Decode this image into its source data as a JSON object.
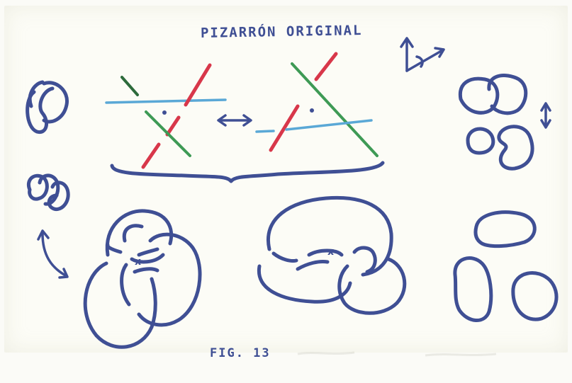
{
  "title": "PIZARRÓN ORIGINAL",
  "figure_label": "FIG. 13",
  "crossing_marker": "x",
  "colors": {
    "ink": "#3f4f94",
    "red": "#d8374a",
    "green": "#3e9a55",
    "light_blue": "#5aa8d6"
  }
}
